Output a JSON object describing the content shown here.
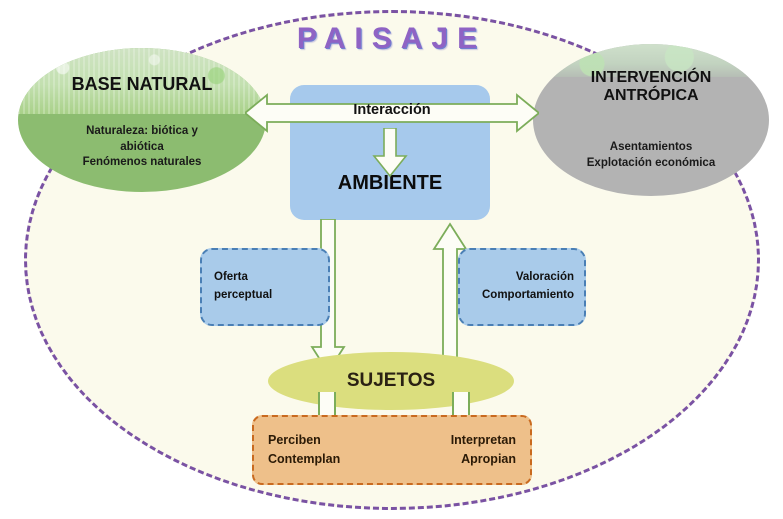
{
  "diagram": {
    "title": "PAISAJE",
    "title_color": "#8f63c4",
    "background_color": "#fbfaec",
    "border_color": "#7a52a3"
  },
  "base_natural": {
    "title": "BASE NATURAL",
    "details": "Naturaleza: biótica y\nabiótica\nFenómenos naturales",
    "color": "#8cbc70"
  },
  "intervencion": {
    "title": "INTERVENCIÓN\nANTRÓPICA",
    "details": "Asentamientos\nExplotación económica",
    "color": "#b3b3b3"
  },
  "ambiente": {
    "label": "AMBIENTE",
    "color": "#a6c9ec"
  },
  "interaccion": {
    "label": "Interacción",
    "arrow_color": "#7cad5a"
  },
  "oferta": {
    "label": "Oferta\nperceptual",
    "color": "#a9cbea",
    "border_color": "#4a7fb5"
  },
  "valoracion": {
    "label": "Valoración\nComportamiento",
    "color": "#a9cbea",
    "border_color": "#4a7fb5"
  },
  "sujetos": {
    "label": "SUJETOS",
    "color": "#dbde7e"
  },
  "acciones": {
    "left": "Perciben\nContemplan",
    "right": "Interpretan\nApropian",
    "color": "#eec08a",
    "border_color": "#c96a1f"
  }
}
